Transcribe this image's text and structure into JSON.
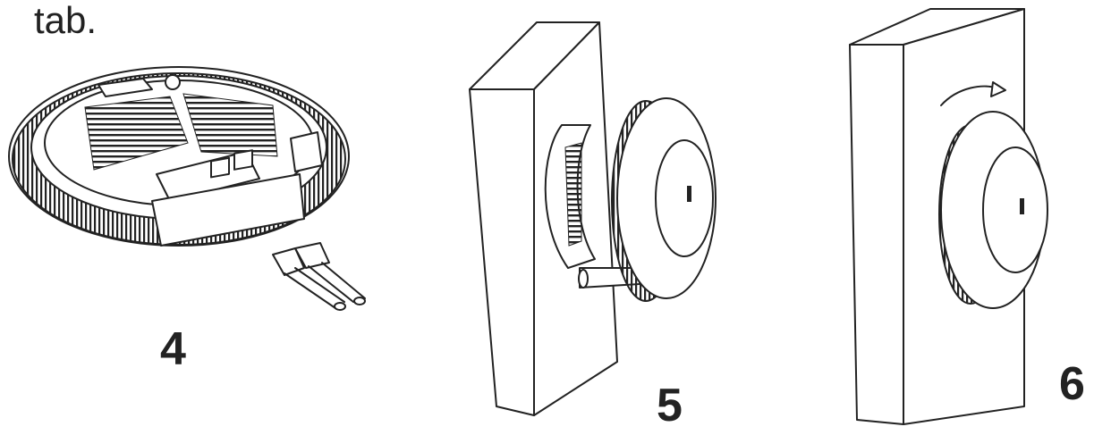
{
  "caption": {
    "text": "tab."
  },
  "steps": [
    {
      "number": "4",
      "illustration": "access-point-underside-with-ethernet-cables"
    },
    {
      "number": "5",
      "illustration": "mounting-bracket-on-wall-and-access-point"
    },
    {
      "number": "6",
      "illustration": "access-point-rotated-to-lock-on-wall"
    }
  ],
  "colors": {
    "ink": "#222222",
    "background": "#ffffff"
  }
}
